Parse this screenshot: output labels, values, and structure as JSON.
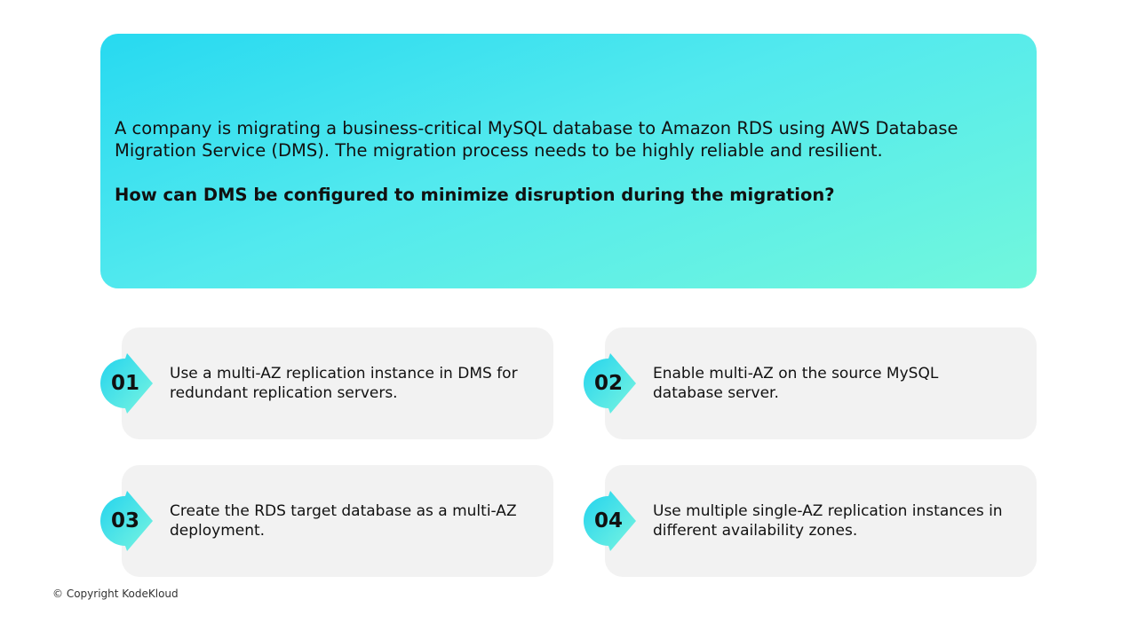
{
  "question": {
    "text": "A company is migrating a business-critical MySQL database to Amazon RDS using AWS Database Migration Service (DMS). The migration process needs to be highly reliable and resilient.",
    "prompt": "How can DMS be configured to minimize disruption during the migration?"
  },
  "options": [
    {
      "number": "01",
      "text": "Use a multi-AZ replication instance in DMS for redundant replication servers."
    },
    {
      "number": "02",
      "text": "Enable multi-AZ on the source MySQL database server."
    },
    {
      "number": "03",
      "text": "Create the RDS target database as a multi-AZ deployment."
    },
    {
      "number": "04",
      "text": "Use multiple single-AZ replication instances in different availability zones."
    }
  ],
  "footer": {
    "copyright": "© Copyright KodeKloud"
  },
  "colors": {
    "gradient_start": "#27d9f0",
    "gradient_end": "#72f7dc",
    "card": "#f2f2f2"
  }
}
